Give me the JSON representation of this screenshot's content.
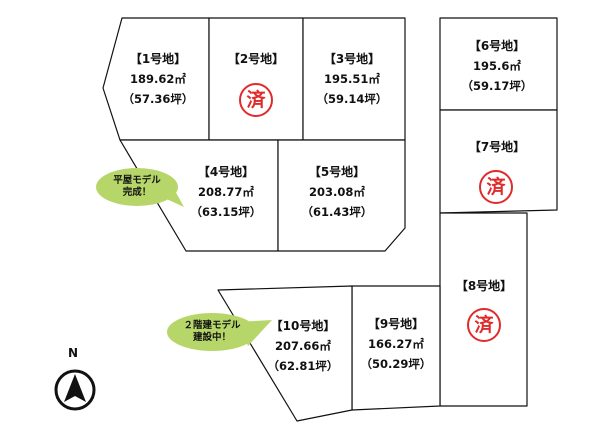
{
  "lots": [
    {
      "id": "lot-1",
      "name": "【1号地】",
      "area": "189.62㎡",
      "tsubo": "（57.36坪）",
      "sold": false
    },
    {
      "id": "lot-2",
      "name": "【2号地】",
      "area": "",
      "tsubo": "",
      "sold": true
    },
    {
      "id": "lot-3",
      "name": "【3号地】",
      "area": "195.51㎡",
      "tsubo": "（59.14坪）",
      "sold": false
    },
    {
      "id": "lot-4",
      "name": "【4号地】",
      "area": "208.77㎡",
      "tsubo": "（63.15坪）",
      "sold": false
    },
    {
      "id": "lot-5",
      "name": "【5号地】",
      "area": "203.08㎡",
      "tsubo": "（61.43坪）",
      "sold": false
    },
    {
      "id": "lot-6",
      "name": "【6号地】",
      "area": "195.6㎡",
      "tsubo": "（59.17坪）",
      "sold": false
    },
    {
      "id": "lot-7",
      "name": "【7号地】",
      "area": "",
      "tsubo": "",
      "sold": true
    },
    {
      "id": "lot-8",
      "name": "【8号地】",
      "area": "",
      "tsubo": "",
      "sold": true
    },
    {
      "id": "lot-9",
      "name": "【9号地】",
      "area": "166.27㎡",
      "tsubo": "（50.29坪）",
      "sold": false
    },
    {
      "id": "lot-10",
      "name": "【10号地】",
      "area": "207.66㎡",
      "tsubo": "（62.81坪）",
      "sold": false
    }
  ],
  "sold_mark": "済",
  "callouts": {
    "model_1": {
      "line1": "平屋モデル",
      "line2": "完成！"
    },
    "model_2": {
      "line1": "２階建モデル",
      "line2": "建設中！"
    }
  },
  "north": {
    "label": "N",
    "icon": "north-arrow-icon"
  },
  "colors": {
    "sold": "#e02b2b",
    "callout": "#b7d66a",
    "border": "#111111"
  }
}
